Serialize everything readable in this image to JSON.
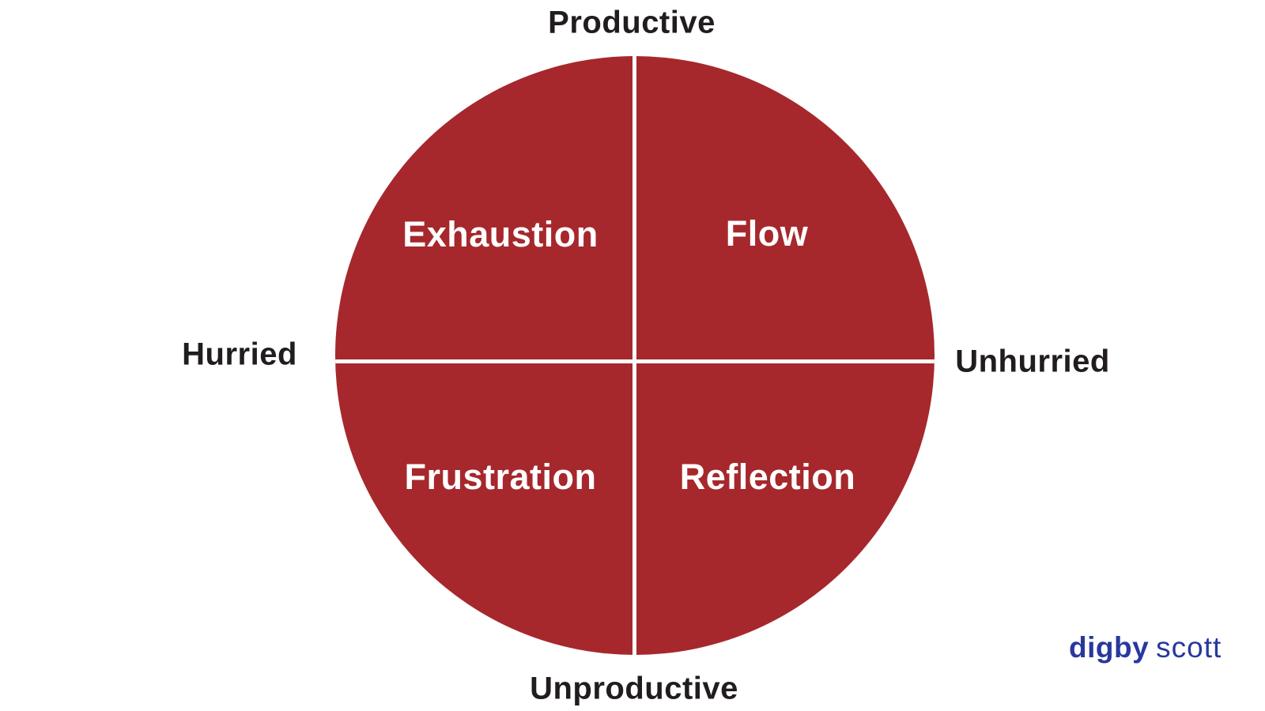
{
  "diagram": {
    "axis_labels": {
      "top": "Productive",
      "bottom": "Unproductive",
      "left": "Hurried",
      "right": "Unhurried"
    },
    "quadrants": {
      "top_left": "Exhaustion",
      "top_right": "Flow",
      "bottom_left": "Frustration",
      "bottom_right": "Reflection"
    },
    "colors": {
      "circle_fill": "#A6282C",
      "divider": "#FFFFFF",
      "axis_text": "#211D1E",
      "quadrant_text": "#FFFFFF",
      "logo_blue": "#28389E"
    }
  },
  "logo": {
    "bold_part": "digby",
    "light_part": "scott"
  }
}
